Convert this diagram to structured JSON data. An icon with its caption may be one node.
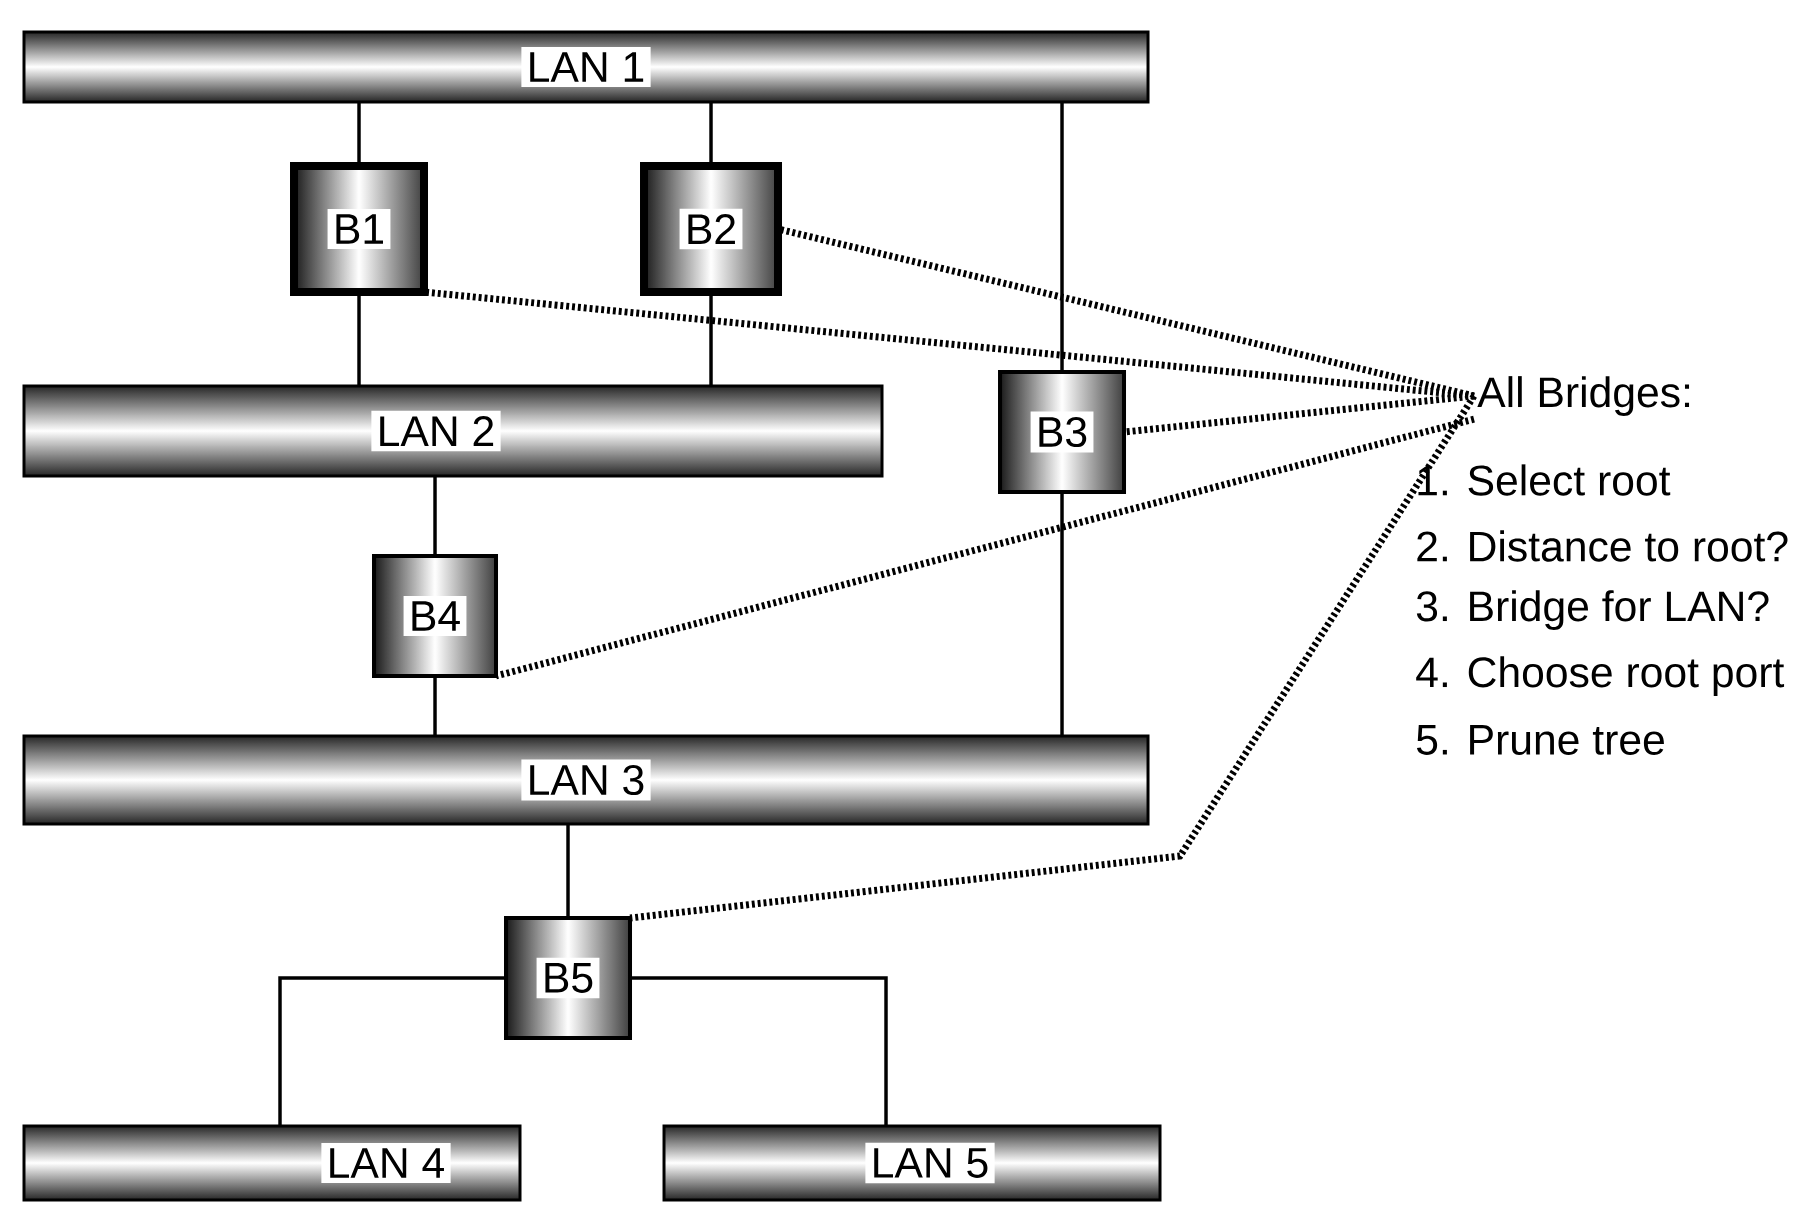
{
  "diagram": {
    "nodes": [
      {
        "text": [
          "LAN 1"
        ]
      },
      {
        "text": [
          "B1"
        ]
      },
      {
        "text": [
          "B2"
        ]
      },
      {
        "text": [
          "LAN 2"
        ]
      },
      {
        "text": [
          "B3"
        ]
      },
      {
        "text": [
          "B4"
        ]
      },
      {
        "text": [
          "LAN 3"
        ]
      },
      {
        "text": [
          "B5"
        ]
      },
      {
        "text": [
          "LAN 4"
        ]
      },
      {
        "text": [
          "LAN 5"
        ]
      },
      {
        "text": [
          "All Bridges:"
        ]
      }
    ],
    "edges": [
      {
        "from": 0,
        "to": 1,
        "arrow": "none"
      },
      {
        "from": 1,
        "to": 3,
        "arrow": "none"
      },
      {
        "from": 0,
        "to": 2,
        "arrow": "none"
      },
      {
        "from": 2,
        "to": 3,
        "arrow": "none"
      },
      {
        "from": 0,
        "to": 4,
        "arrow": "none"
      },
      {
        "from": 4,
        "to": 6,
        "arrow": "none"
      },
      {
        "from": 3,
        "to": 5,
        "arrow": "none"
      },
      {
        "from": 5,
        "to": 6,
        "arrow": "none"
      },
      {
        "from": 6,
        "to": 7,
        "arrow": "none"
      },
      {
        "from": 7,
        "to": 8,
        "arrow": "none"
      },
      {
        "from": 7,
        "to": 9,
        "arrow": "none"
      },
      {
        "from": 10,
        "to": 1,
        "arrow": "none",
        "style": "dashed"
      },
      {
        "from": 10,
        "to": 2,
        "arrow": "none",
        "style": "dashed"
      },
      {
        "from": 10,
        "to": 4,
        "arrow": "none",
        "style": "dashed"
      },
      {
        "from": 10,
        "to": 5,
        "arrow": "none",
        "style": "dashed"
      },
      {
        "from": 10,
        "to": 7,
        "arrow": "none",
        "style": "dashed"
      }
    ],
    "labels": [
      "1. Select root",
      "2. Distance to root?",
      "3. Bridge for LAN?",
      "4. Choose root port",
      "5. Prune tree"
    ]
  }
}
